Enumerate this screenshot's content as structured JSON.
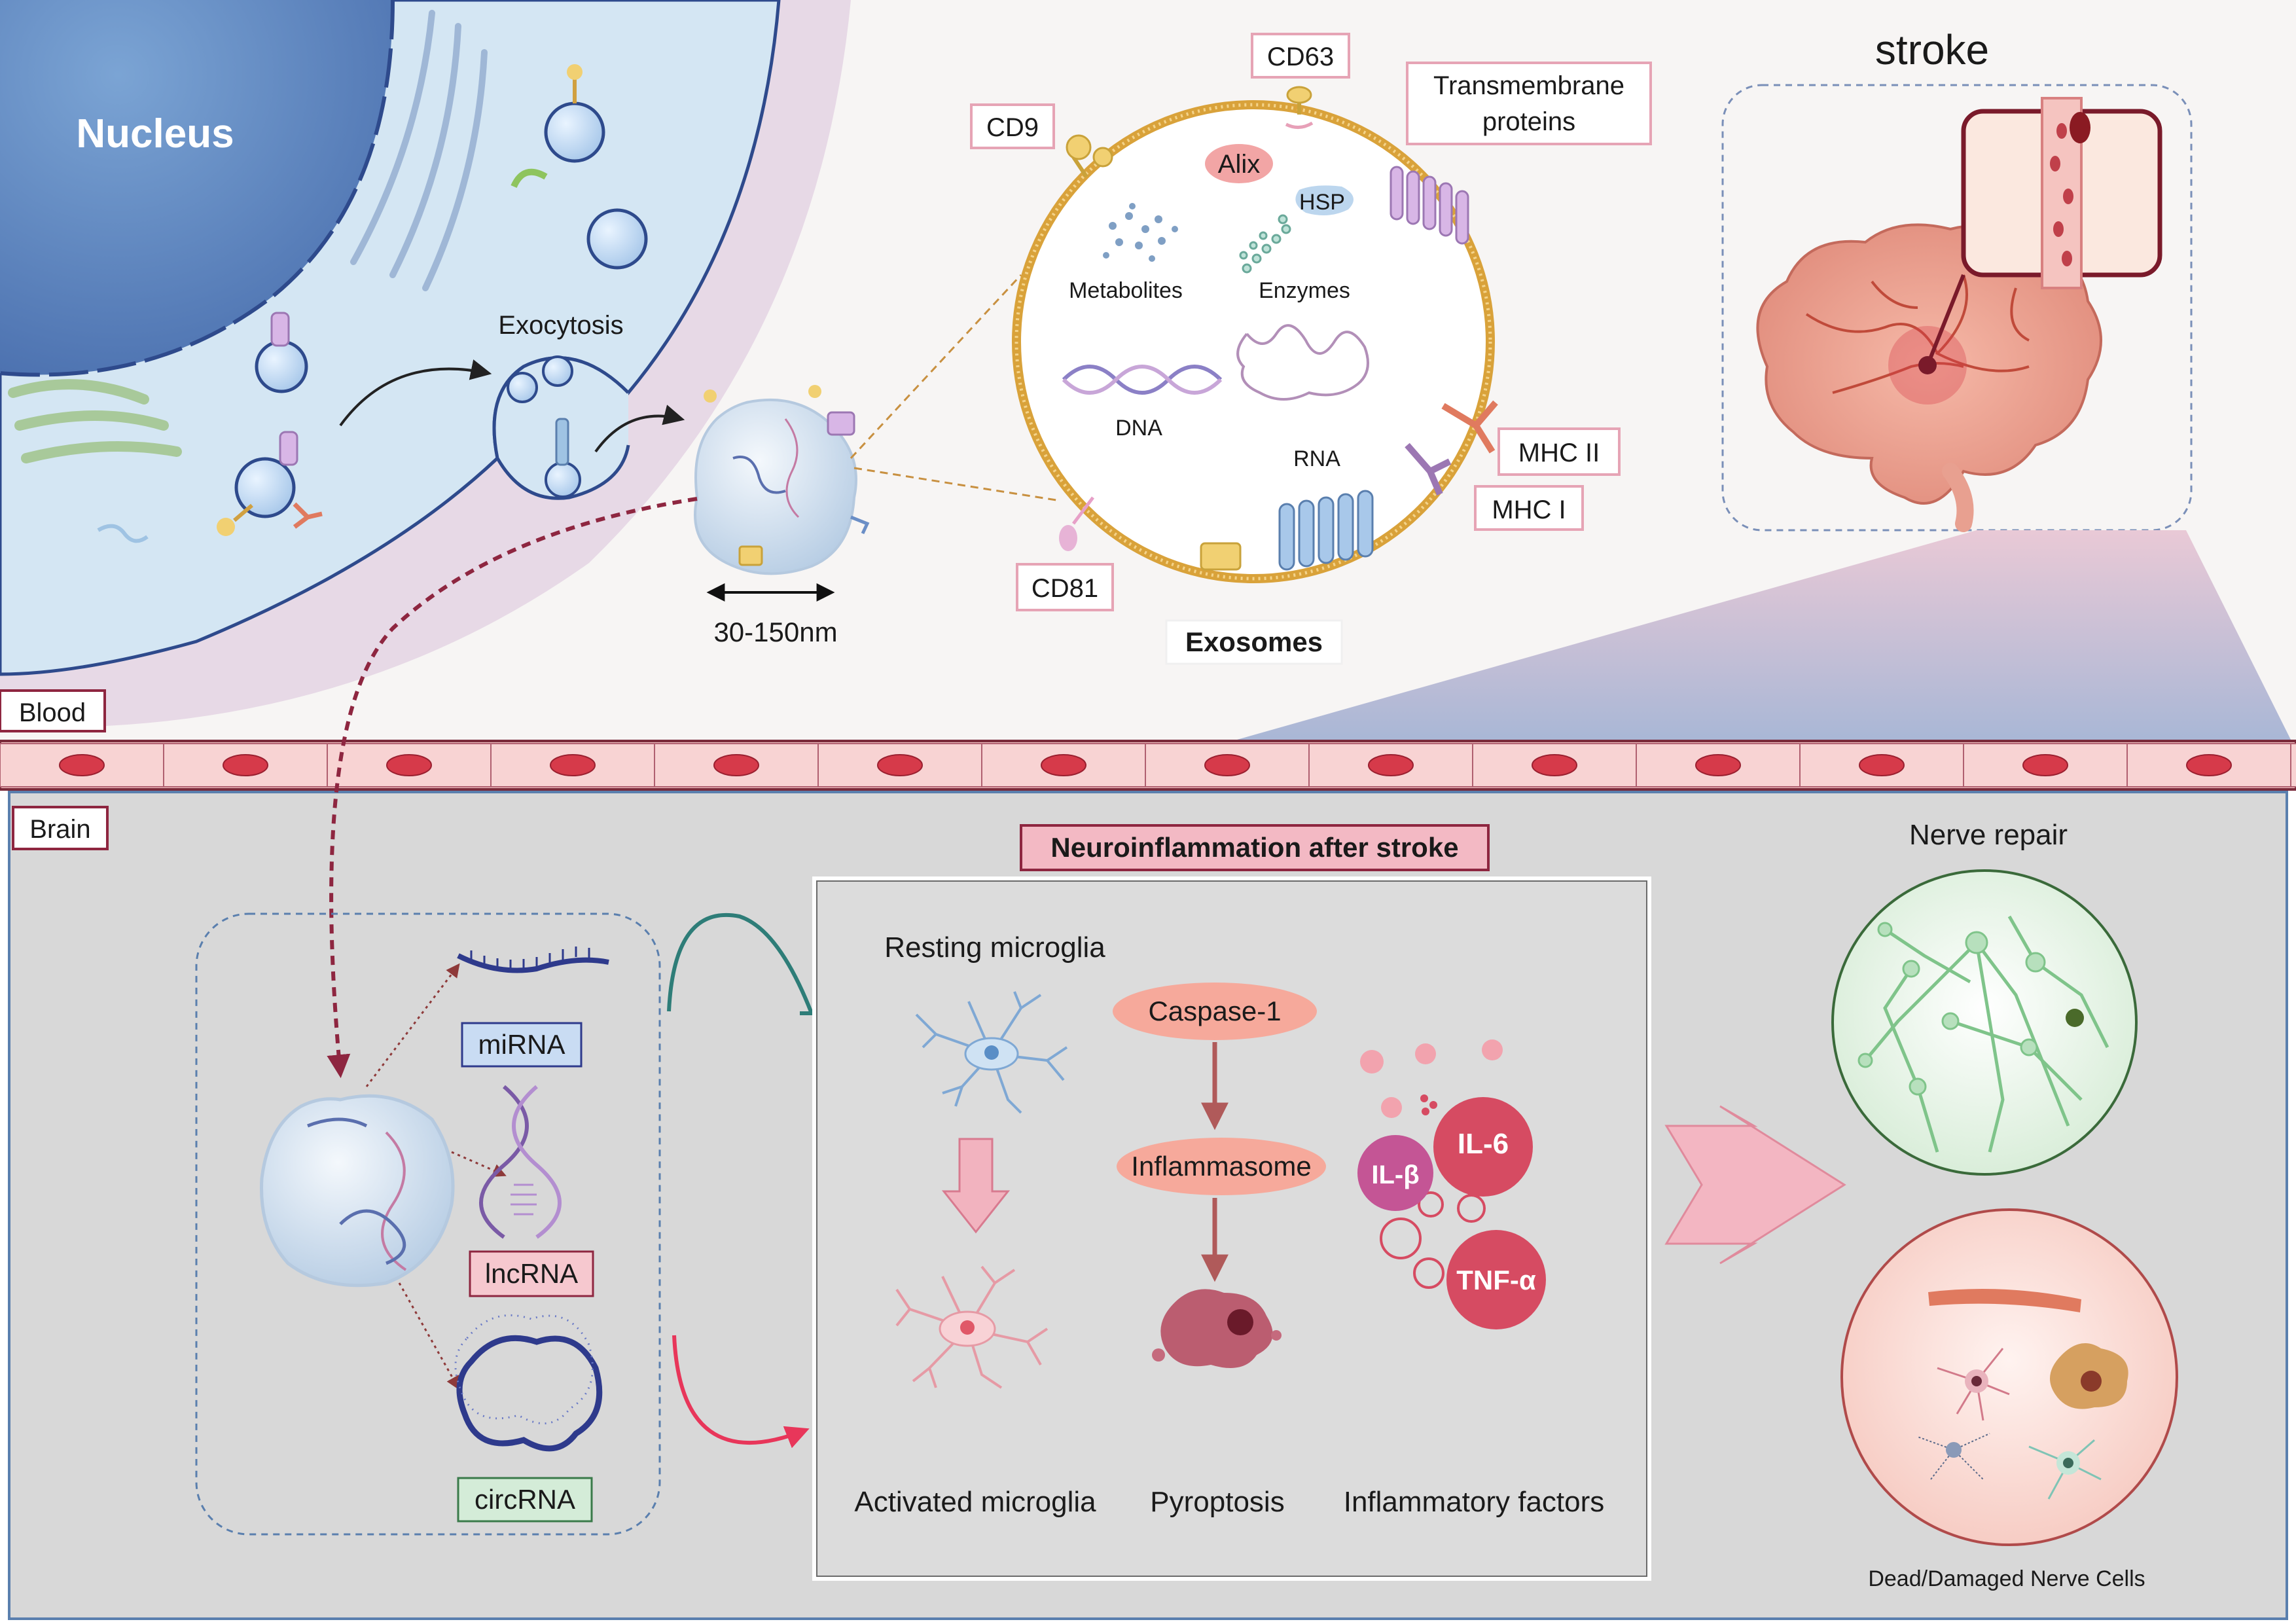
{
  "cell": {
    "nucleus_label": "Nucleus",
    "exocytosis_label": "Exocytosis",
    "size_label": "30-150nm"
  },
  "exosome": {
    "title": "Exosomes",
    "markers": {
      "cd63": "CD63",
      "cd9": "CD9",
      "cd81": "CD81",
      "transmembrane": [
        "Transmembrane",
        "proteins"
      ],
      "mhc2": "MHC II",
      "mhc1": "MHC I"
    },
    "cargo": {
      "alix": "Alix",
      "hsp": "HSP",
      "metabolites": "Metabolites",
      "enzymes": "Enzymes",
      "dna": "DNA",
      "rna": "RNA"
    }
  },
  "stroke": {
    "title": "stroke"
  },
  "regions": {
    "blood": "Blood",
    "brain": "Brain"
  },
  "rna_types": {
    "mirna": "miRNA",
    "lncrna": "lncRNA",
    "circrna": "circRNA"
  },
  "neuroinflammation": {
    "title": "Neuroinflammation after stroke",
    "resting": "Resting microglia",
    "activated": "Activated microglia",
    "caspase": "Caspase-1",
    "inflammasome": "Inflammasome",
    "pyroptosis": "Pyroptosis",
    "factors_label": "Inflammatory factors",
    "cytokines": {
      "il1b": "IL-β",
      "il6": "IL-6",
      "tnfa": "TNF-α"
    }
  },
  "outcomes": {
    "repair": "Nerve repair",
    "dead": "Dead/Damaged Nerve Cells"
  },
  "colors": {
    "membrane": "#2e4a8c",
    "label_border": "#c0506e",
    "exosome_ring": "#d9a23a",
    "inhibit": "#2e7d78",
    "promote": "#e8365a",
    "microglia_arrow": "#f2b3bf",
    "cytokine": "#d64b62"
  }
}
